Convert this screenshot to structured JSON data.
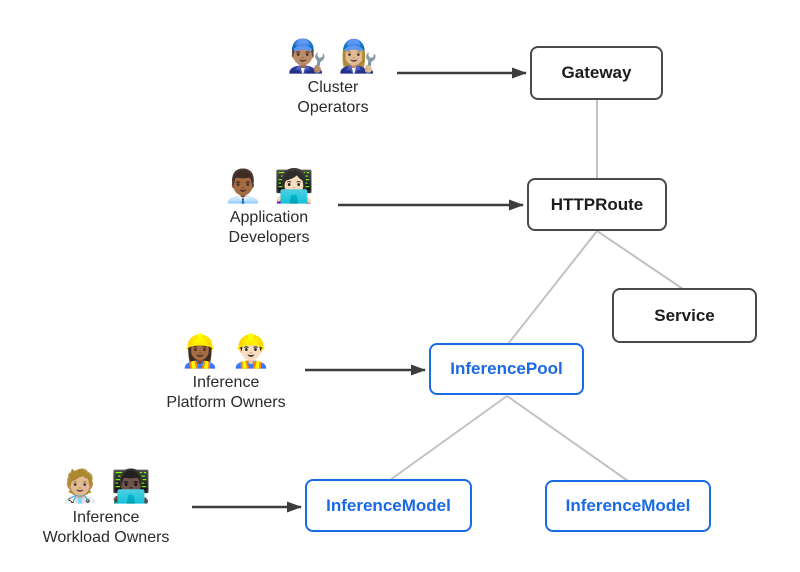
{
  "colors": {
    "background": "#ffffff",
    "node_border": "#4a4a4a",
    "node_text": "#1c1c1c",
    "accent_blue": "#1a6ae6",
    "connector": "#c2c2c2",
    "arrow": "#3d3d3d",
    "actor_text": "#2b2b2b"
  },
  "nodes": {
    "gateway": {
      "label": "Gateway"
    },
    "httproute": {
      "label": "HTTPRoute"
    },
    "service": {
      "label": "Service"
    },
    "inferencepool": {
      "label": "InferencePool"
    },
    "inferencemodel_1": {
      "label": "InferenceModel"
    },
    "inferencemodel_2": {
      "label": "InferenceModel"
    }
  },
  "actors": [
    {
      "name": "Cluster Operators",
      "emojis": "👨🏽‍🔧 👩🏼‍🔧",
      "lines": [
        "Cluster",
        "Operators"
      ]
    },
    {
      "name": "Application Developers",
      "emojis": "👨🏾‍💼 👩🏻‍💻",
      "lines": [
        "Application",
        "Developers"
      ]
    },
    {
      "name": "Inference Platform Owners",
      "emojis": "👷🏾‍♀️ 👷🏻‍♂️",
      "lines": [
        "Inference",
        "Platform Owners"
      ]
    },
    {
      "name": "Inference Workload Owners",
      "emojis": "🧑🏼‍⚕️ 👨🏿‍💻",
      "lines": [
        "Inference",
        "Workload Owners"
      ]
    }
  ],
  "edges": [
    {
      "from": "Gateway",
      "to": "HTTPRoute"
    },
    {
      "from": "HTTPRoute",
      "to": "InferencePool"
    },
    {
      "from": "HTTPRoute",
      "to": "Service"
    },
    {
      "from": "InferencePool",
      "to": "InferenceModel (left)"
    },
    {
      "from": "InferencePool",
      "to": "InferenceModel (right)"
    }
  ],
  "arrows": [
    {
      "from": "Cluster Operators",
      "to": "Gateway"
    },
    {
      "from": "Application Developers",
      "to": "HTTPRoute"
    },
    {
      "from": "Inference Platform Owners",
      "to": "InferencePool"
    },
    {
      "from": "Inference Workload Owners",
      "to": "InferenceModel (left)"
    }
  ]
}
